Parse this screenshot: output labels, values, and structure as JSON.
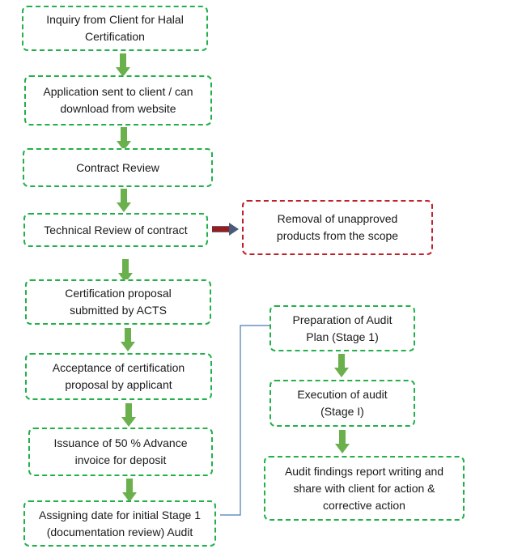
{
  "colors": {
    "box_border": "#22b04a",
    "highlight_border": "#c0202a",
    "down_arrow": "#6ab04c",
    "right_arrow": "#9b1b1b",
    "connector": "#4a7ab0"
  },
  "main_flow": [
    {
      "lines": [
        "Inquiry from Client for Halal",
        "Certification"
      ]
    },
    {
      "lines": [
        "Application sent to client / can",
        "download from website"
      ]
    },
    {
      "lines": [
        "Contract Review"
      ]
    },
    {
      "lines": [
        "Technical Review of contract"
      ]
    },
    {
      "lines": [
        "Certification proposal",
        "submitted by ACTS"
      ]
    },
    {
      "lines": [
        "Acceptance of certification",
        "proposal by applicant"
      ]
    },
    {
      "lines": [
        "Issuance of 50 % Advance",
        "invoice for deposit"
      ]
    },
    {
      "lines": [
        "Assigning date for initial Stage 1",
        "(documentation review) Audit"
      ]
    }
  ],
  "side_box": {
    "lines": [
      "Removal of unapproved",
      "products from the scope"
    ]
  },
  "audit_flow": [
    {
      "lines": [
        "Preparation of Audit",
        "Plan (Stage 1)"
      ]
    },
    {
      "lines": [
        "Execution of audit",
        "(Stage I)"
      ]
    },
    {
      "lines": [
        "Audit findings report writing and",
        "share with client for action &",
        "corrective action"
      ]
    }
  ]
}
